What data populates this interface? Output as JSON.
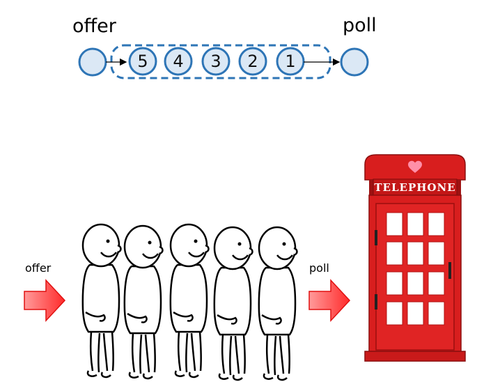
{
  "queue_diagram": {
    "offer_label": "offer",
    "poll_label": "poll",
    "nodes": [
      "5",
      "4",
      "3",
      "2",
      "1"
    ]
  },
  "illustration": {
    "offer_label": "offer",
    "poll_label": "poll",
    "booth_sign": "TELEPHONE",
    "people_count_shown": 5
  },
  "colors": {
    "node_fill": "#dbe8f5",
    "node_stroke": "#2e75b6",
    "arrow_red": "#ff3b3b",
    "booth_red": "#d81e1e"
  }
}
